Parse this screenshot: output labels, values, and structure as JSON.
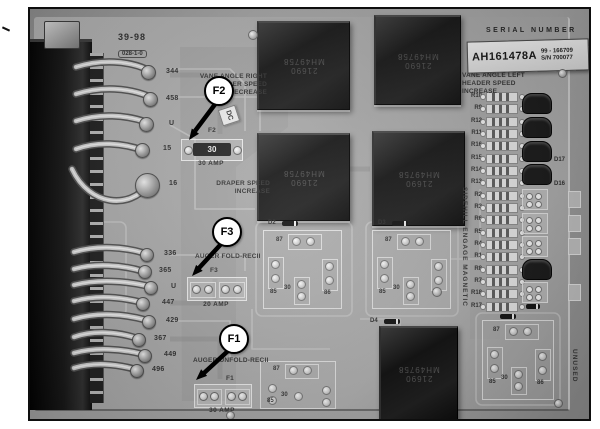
{
  "callouts": {
    "f1": "F1",
    "f2": "F2",
    "f3": "F3"
  },
  "header": {
    "serial_title": "SERIAL NUMBER",
    "serial_main": "AH161478A",
    "serial_line1": "99 - 166709",
    "serial_line2": "S/N 700077",
    "board_number": "39-98",
    "board_rev": "028-1-0"
  },
  "labels": {
    "vane_right_1": "VANE ANGLE RIGHT",
    "vane_right_2": "HEADER SPEED",
    "vane_right_3": "DECREASE",
    "vane_left_1": "VANE ANGLE LEFT",
    "vane_left_2": "HEADER SPEED",
    "vane_left_3": "INCREASE",
    "draper_1": "DRAPER SPEED",
    "draper_2": "INCREASE",
    "auger_fold": "AUGER FOLD-RECII",
    "auger_unfold": "AUGER UNFOLD-RECII",
    "sidehill": "SIDEHILL ENGAGE MAGNETIC",
    "unused": "UNUSED",
    "dc": "DC"
  },
  "fuses": {
    "f2": {
      "name": "F2",
      "rating": "30 AMP",
      "body": "30"
    },
    "f3": {
      "name": "F3",
      "rating": "20 AMP"
    },
    "f1": {
      "name": "F1",
      "rating": "30 AMP"
    }
  },
  "terminals": {
    "top": [
      "344",
      "458",
      "U",
      "15",
      "16"
    ],
    "bottom": [
      "336",
      "365",
      "U",
      "447",
      "429",
      "367",
      "449",
      "496"
    ]
  },
  "resistors": [
    "R10",
    "R9",
    "R12",
    "R11",
    "R16",
    "R15",
    "R14",
    "R13",
    "R2",
    "R3",
    "R6",
    "R5",
    "R4",
    "R1",
    "R8",
    "R7",
    "R18",
    "R17"
  ],
  "relay": {
    "mark1": "21690",
    "mark2": "MH49758"
  },
  "pins": {
    "p87": "87",
    "p85": "85",
    "p86": "86",
    "p30": "30"
  },
  "diodes": {
    "d2": "D2",
    "d3": "D3",
    "d4": "D4",
    "d16": "D16",
    "d17": "D17"
  },
  "colors": {
    "pcb": "#aaaaaa",
    "relay": "#1b1b1b",
    "silkscreen": "#333333",
    "label_bg": "#f0f0f0",
    "callout": "#000000"
  }
}
